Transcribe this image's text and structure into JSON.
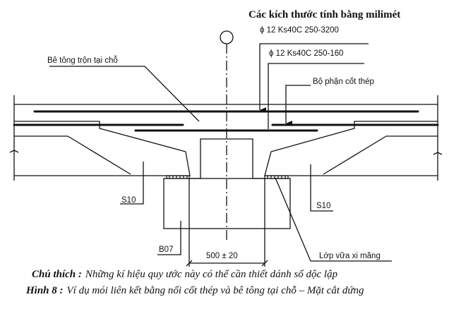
{
  "title": "Các kích thước tính bằng milimét",
  "labels": {
    "rebar_top": "ϕ 12 Ks40C 250-3200",
    "rebar_mid": "ϕ 12 Ks40C 250-160",
    "steel_part": "Bộ phận cốt thép",
    "cast_in_place": "Bê tông trộn tại chỗ",
    "slab_left": "S10",
    "slab_right": "S10",
    "beam": "B07",
    "dimension": "500 ± 20",
    "mortar": "Lớp vữa xi măng"
  },
  "caption": {
    "note_label": "Chú thích :",
    "note_text": "Những kí hiệu quy ước này có thể cần thiết dánh số dộc lập",
    "figure_label": "Hình 8 :",
    "figure_text": "Ví dụ mói liên kết bằng nối cốt thép và bê tông tại chỗ – Mặt cắt dứng"
  }
}
